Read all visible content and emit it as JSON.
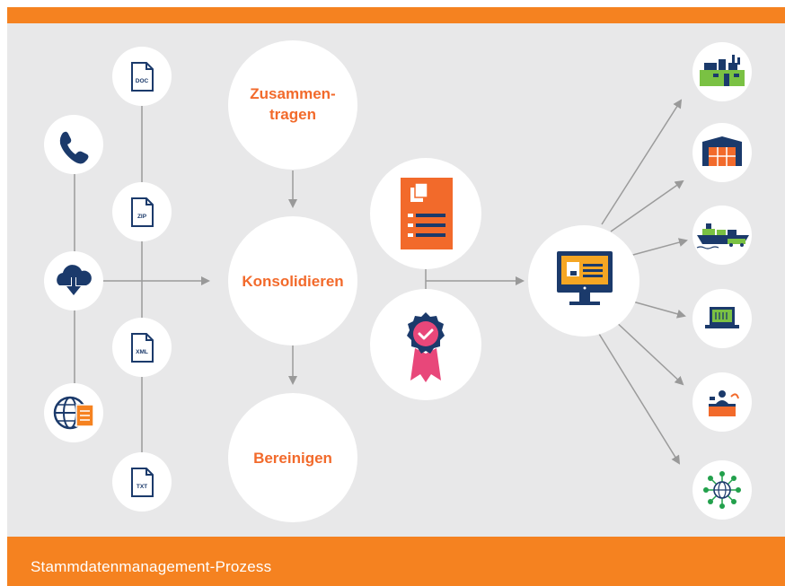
{
  "footer": {
    "title": "Stammdatenmanagement-Prozess"
  },
  "process": {
    "step1_line1": "Zusammen-",
    "step1_line2": "tragen",
    "step2": "Konsolidieren",
    "step3": "Bereinigen"
  },
  "files": {
    "doc": "DOC",
    "zip": "ZIP",
    "xml": "XML",
    "txt": "TXT"
  },
  "sources": [
    {
      "icon": "phone-icon"
    },
    {
      "icon": "cloud-download-icon"
    },
    {
      "icon": "globe-document-icon"
    }
  ],
  "targets": [
    {
      "icon": "factory-icon"
    },
    {
      "icon": "warehouse-icon"
    },
    {
      "icon": "ship-icon"
    },
    {
      "icon": "laptop-icon"
    },
    {
      "icon": "service-desk-icon"
    },
    {
      "icon": "network-globe-icon"
    }
  ],
  "colors": {
    "orange": "#f58220",
    "text_orange": "#f26a2b",
    "navy": "#1b3a6b",
    "green": "#7ac143",
    "pink": "#e8477a",
    "background": "#e8e8e9"
  }
}
